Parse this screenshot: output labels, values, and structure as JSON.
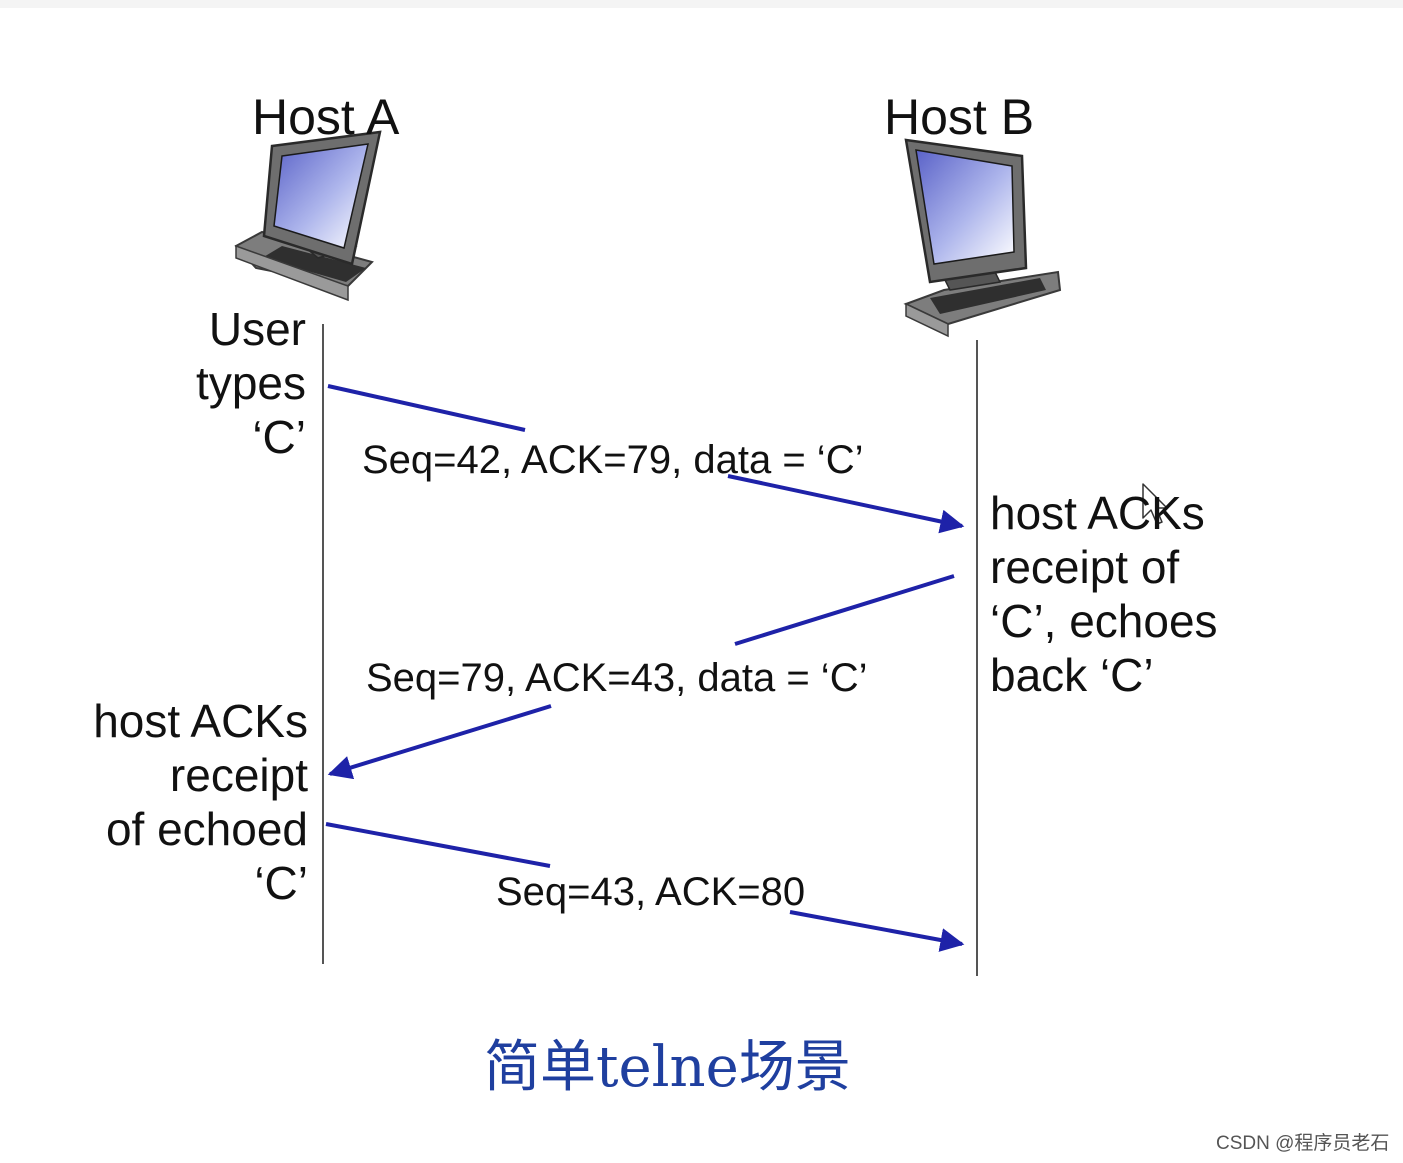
{
  "hosts": {
    "a": {
      "label": "Host A"
    },
    "b": {
      "label": "Host B"
    }
  },
  "notes": {
    "user_types": [
      "User",
      "types",
      "‘C’"
    ],
    "host_b_acks": [
      "host ACKs",
      "receipt of",
      "‘C’, echoes",
      "back ‘C’"
    ],
    "host_a_acks": [
      "host ACKs",
      "receipt",
      "of echoed",
      "‘C’"
    ]
  },
  "messages": [
    {
      "label": "Seq=42, ACK=79, data = ‘C’",
      "from": "Host A",
      "to": "Host B"
    },
    {
      "label": "Seq=79, ACK=43, data = ‘C’",
      "from": "Host B",
      "to": "Host A"
    },
    {
      "label": "Seq=43, ACK=80",
      "from": "Host A",
      "to": "Host B"
    }
  ],
  "caption": "简单telne场景",
  "watermark": "CSDN @程序员老石",
  "colors": {
    "arrow": "#1e22a8",
    "timeline": "#555555",
    "caption": "#1f3f9f",
    "text": "#111111"
  },
  "icons": [
    "desktop-computer-icon",
    "mouse-cursor-icon"
  ]
}
